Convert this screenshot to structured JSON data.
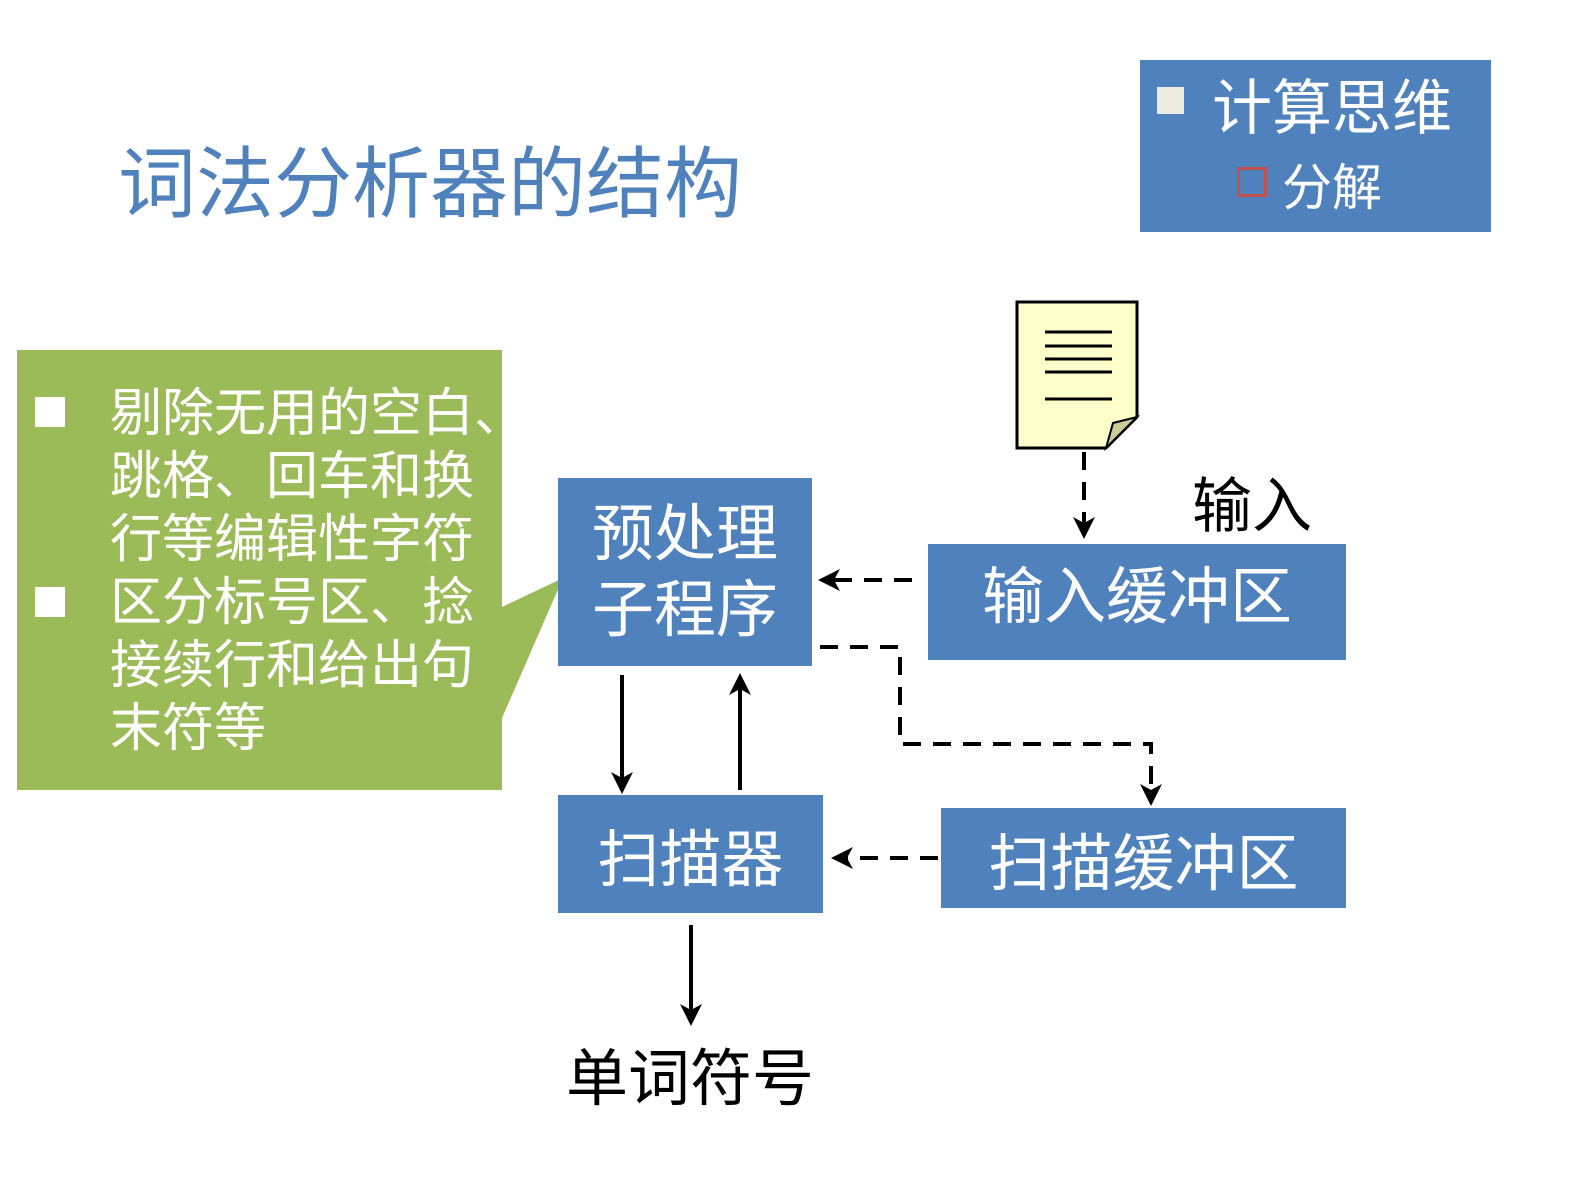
{
  "title": "词法分析器的结构",
  "topbox": {
    "main": "计算思维",
    "sub": "分解"
  },
  "callout": {
    "bullets": [
      {
        "lines": [
          "剔除无用的空白、",
          "跳格、回车和换",
          "行等编辑性字符"
        ]
      },
      {
        "lines": [
          "区分标号区、捻",
          "接续行和给出句",
          "末符等"
        ]
      }
    ]
  },
  "diagram": {
    "preprocess": [
      "预处理",
      "子程序"
    ],
    "input_buffer": "输入缓冲区",
    "scanner": "扫描器",
    "scan_buffer": "扫描缓冲区",
    "input_label": "输入",
    "output_label": "单词符号"
  },
  "colors": {
    "blue": "#4f81bd",
    "green": "#9bbb59",
    "paper": "#ffffcc"
  }
}
